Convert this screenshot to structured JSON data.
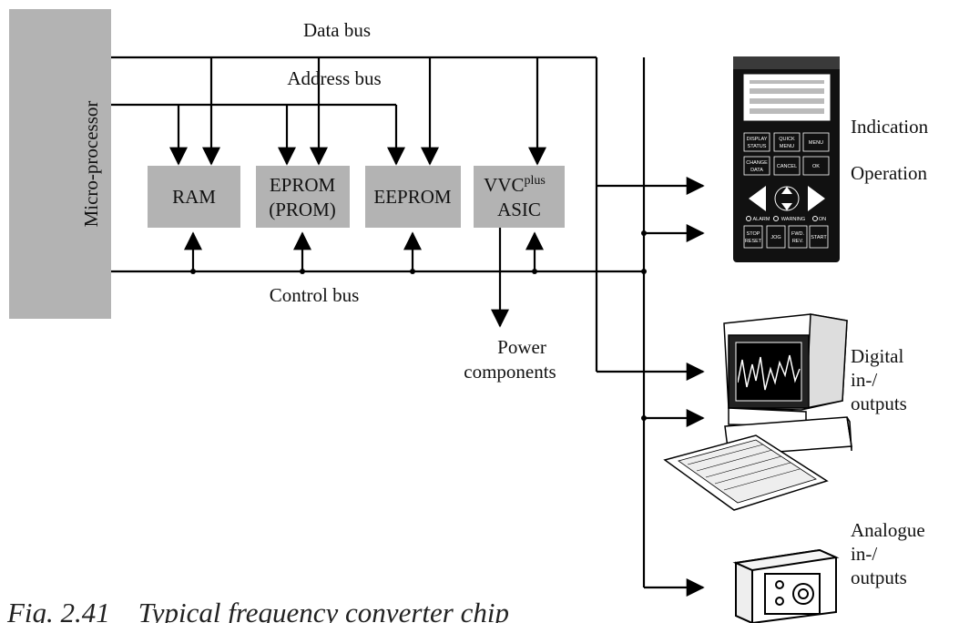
{
  "labels": {
    "data_bus": "Data bus",
    "address_bus": "Address bus",
    "control_bus": "Control bus",
    "microprocessor": "Micro-processor",
    "power_line1": "Power",
    "power_line2": "components",
    "indication": "Indication",
    "operation": "Operation",
    "digital_line1": "Digital",
    "digital_line2": "in-/",
    "digital_line3": "outputs",
    "analogue_line1": "Analogue",
    "analogue_line2": "in-/",
    "analogue_line3": "outputs"
  },
  "blocks": {
    "ram": "RAM",
    "eprom_line1": "EPROM",
    "eprom_line2": "(PROM)",
    "eeprom": "EEPROM",
    "vvc_main": "VVC",
    "vvc_sup": "plus",
    "vvc_line2": "ASIC"
  },
  "keypad": {
    "display_status_1": "DISPLAY",
    "display_status_2": "STATUS",
    "quick_menu_1": "QUICK",
    "quick_menu_2": "MENU",
    "menu": "MENU",
    "change_data_1": "CHANGE",
    "change_data_2": "DATA",
    "cancel": "CANCEL",
    "ok": "OK",
    "alarm": "ALARM",
    "warning": "WARNING",
    "on": "ON",
    "stop_reset_1": "STOP",
    "stop_reset_2": "RESET",
    "jog": "JOG",
    "fwd_rev_1": "FWD.",
    "fwd_rev_2": "REV.",
    "start": "START"
  },
  "caption": "Fig. 2.41    Typical frequency converter chip",
  "colors": {
    "block_fill": "#b3b3b3",
    "line": "#000000"
  }
}
